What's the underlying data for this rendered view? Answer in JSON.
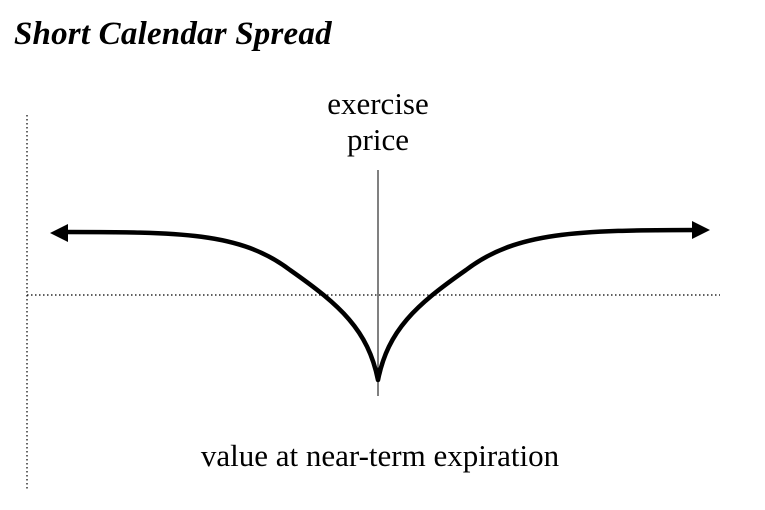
{
  "title": "Short Calendar Spread",
  "strike_label": {
    "line1": "exercise",
    "line2": "price"
  },
  "x_caption": "value at near-term expiration",
  "colors": {
    "ink": "#000000",
    "background": "#ffffff"
  },
  "curve": {
    "shape": "inverted-cusp",
    "ends": "arrows-both-sides",
    "minimum_at": "exercise price",
    "crosses_zero": "twice"
  }
}
